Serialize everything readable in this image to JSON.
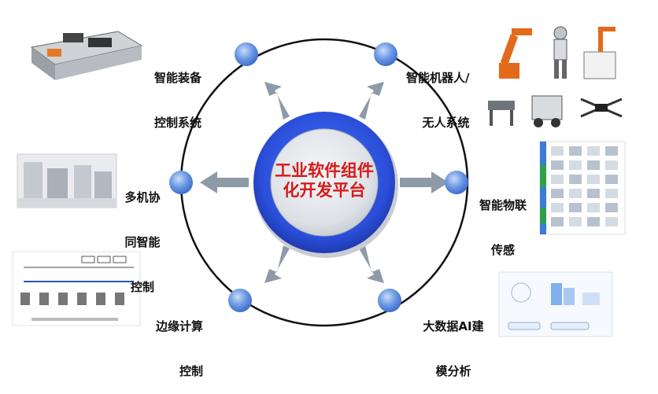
{
  "center_title_line1": "工业软件组件",
  "center_title_line2": "化开发平台",
  "nodes": {
    "top_left": {
      "line1": "智能装备",
      "line2": "控制系统"
    },
    "top_right": {
      "line1": "智能机器人/",
      "line2": "无人系统"
    },
    "left": {
      "line1": "多机协",
      "line2": "同智能",
      "line3": "控制"
    },
    "right": {
      "line1": "智能物联",
      "line2": "传感"
    },
    "bottom_left": {
      "line1": "边缘计算",
      "line2": "控制"
    },
    "bottom_right": {
      "line1": "大数据AI建",
      "line2": "模分析"
    }
  },
  "colors": {
    "hub_outer": "#2f4fd6",
    "hub_inner": "#d9dde3",
    "title": "#d61a1a",
    "node": "#5b8fe0",
    "arrow": "#8f9aa8",
    "ring": "#111111"
  }
}
